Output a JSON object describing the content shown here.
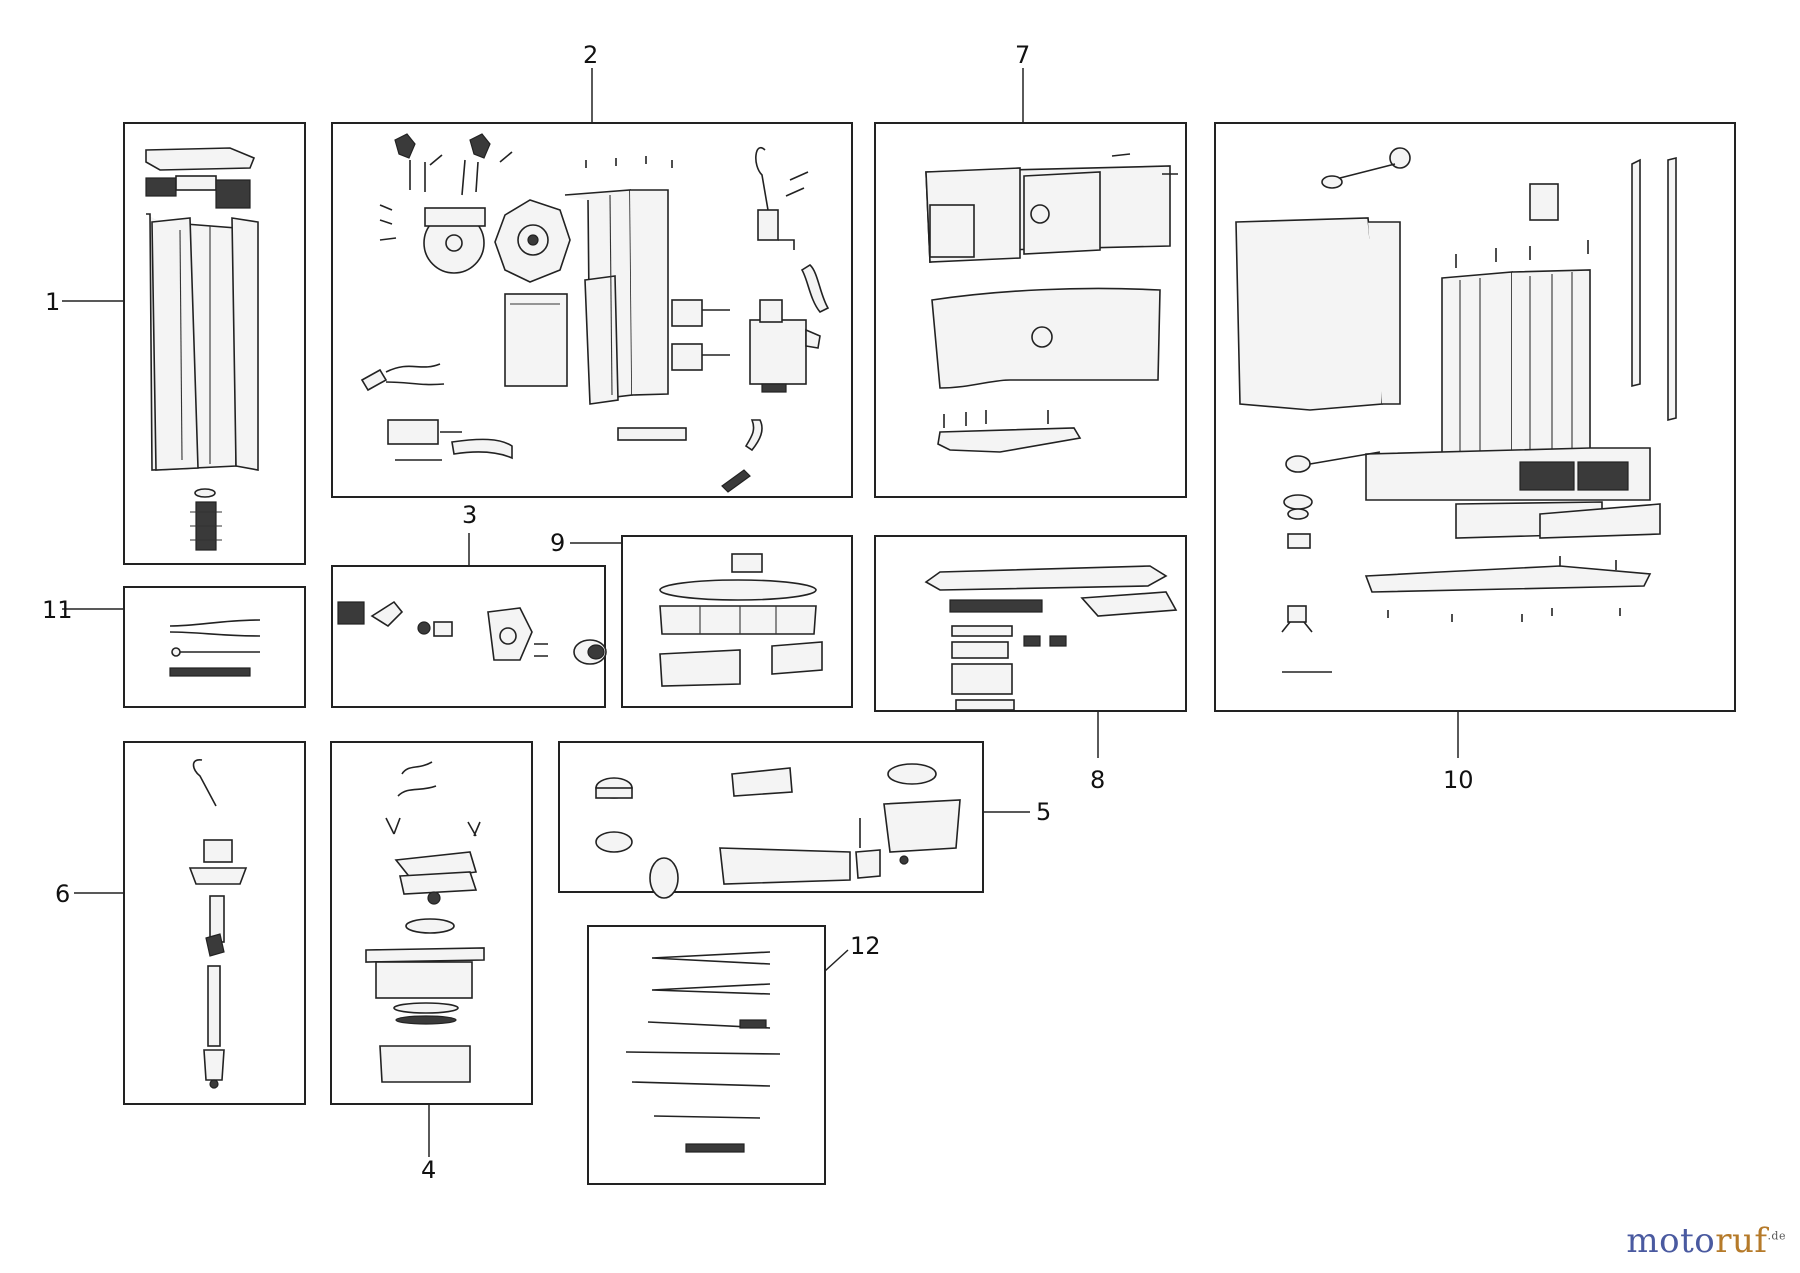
{
  "labels": [
    "1",
    "2",
    "3",
    "4",
    "5",
    "6",
    "7",
    "8",
    "9",
    "10",
    "11",
    "12"
  ],
  "watermark": {
    "part1": "moto",
    "part2": "ruf",
    "suffix": ".de",
    "colors": {
      "primary": "#4a5aa0",
      "accent": "#b57a2a"
    }
  }
}
